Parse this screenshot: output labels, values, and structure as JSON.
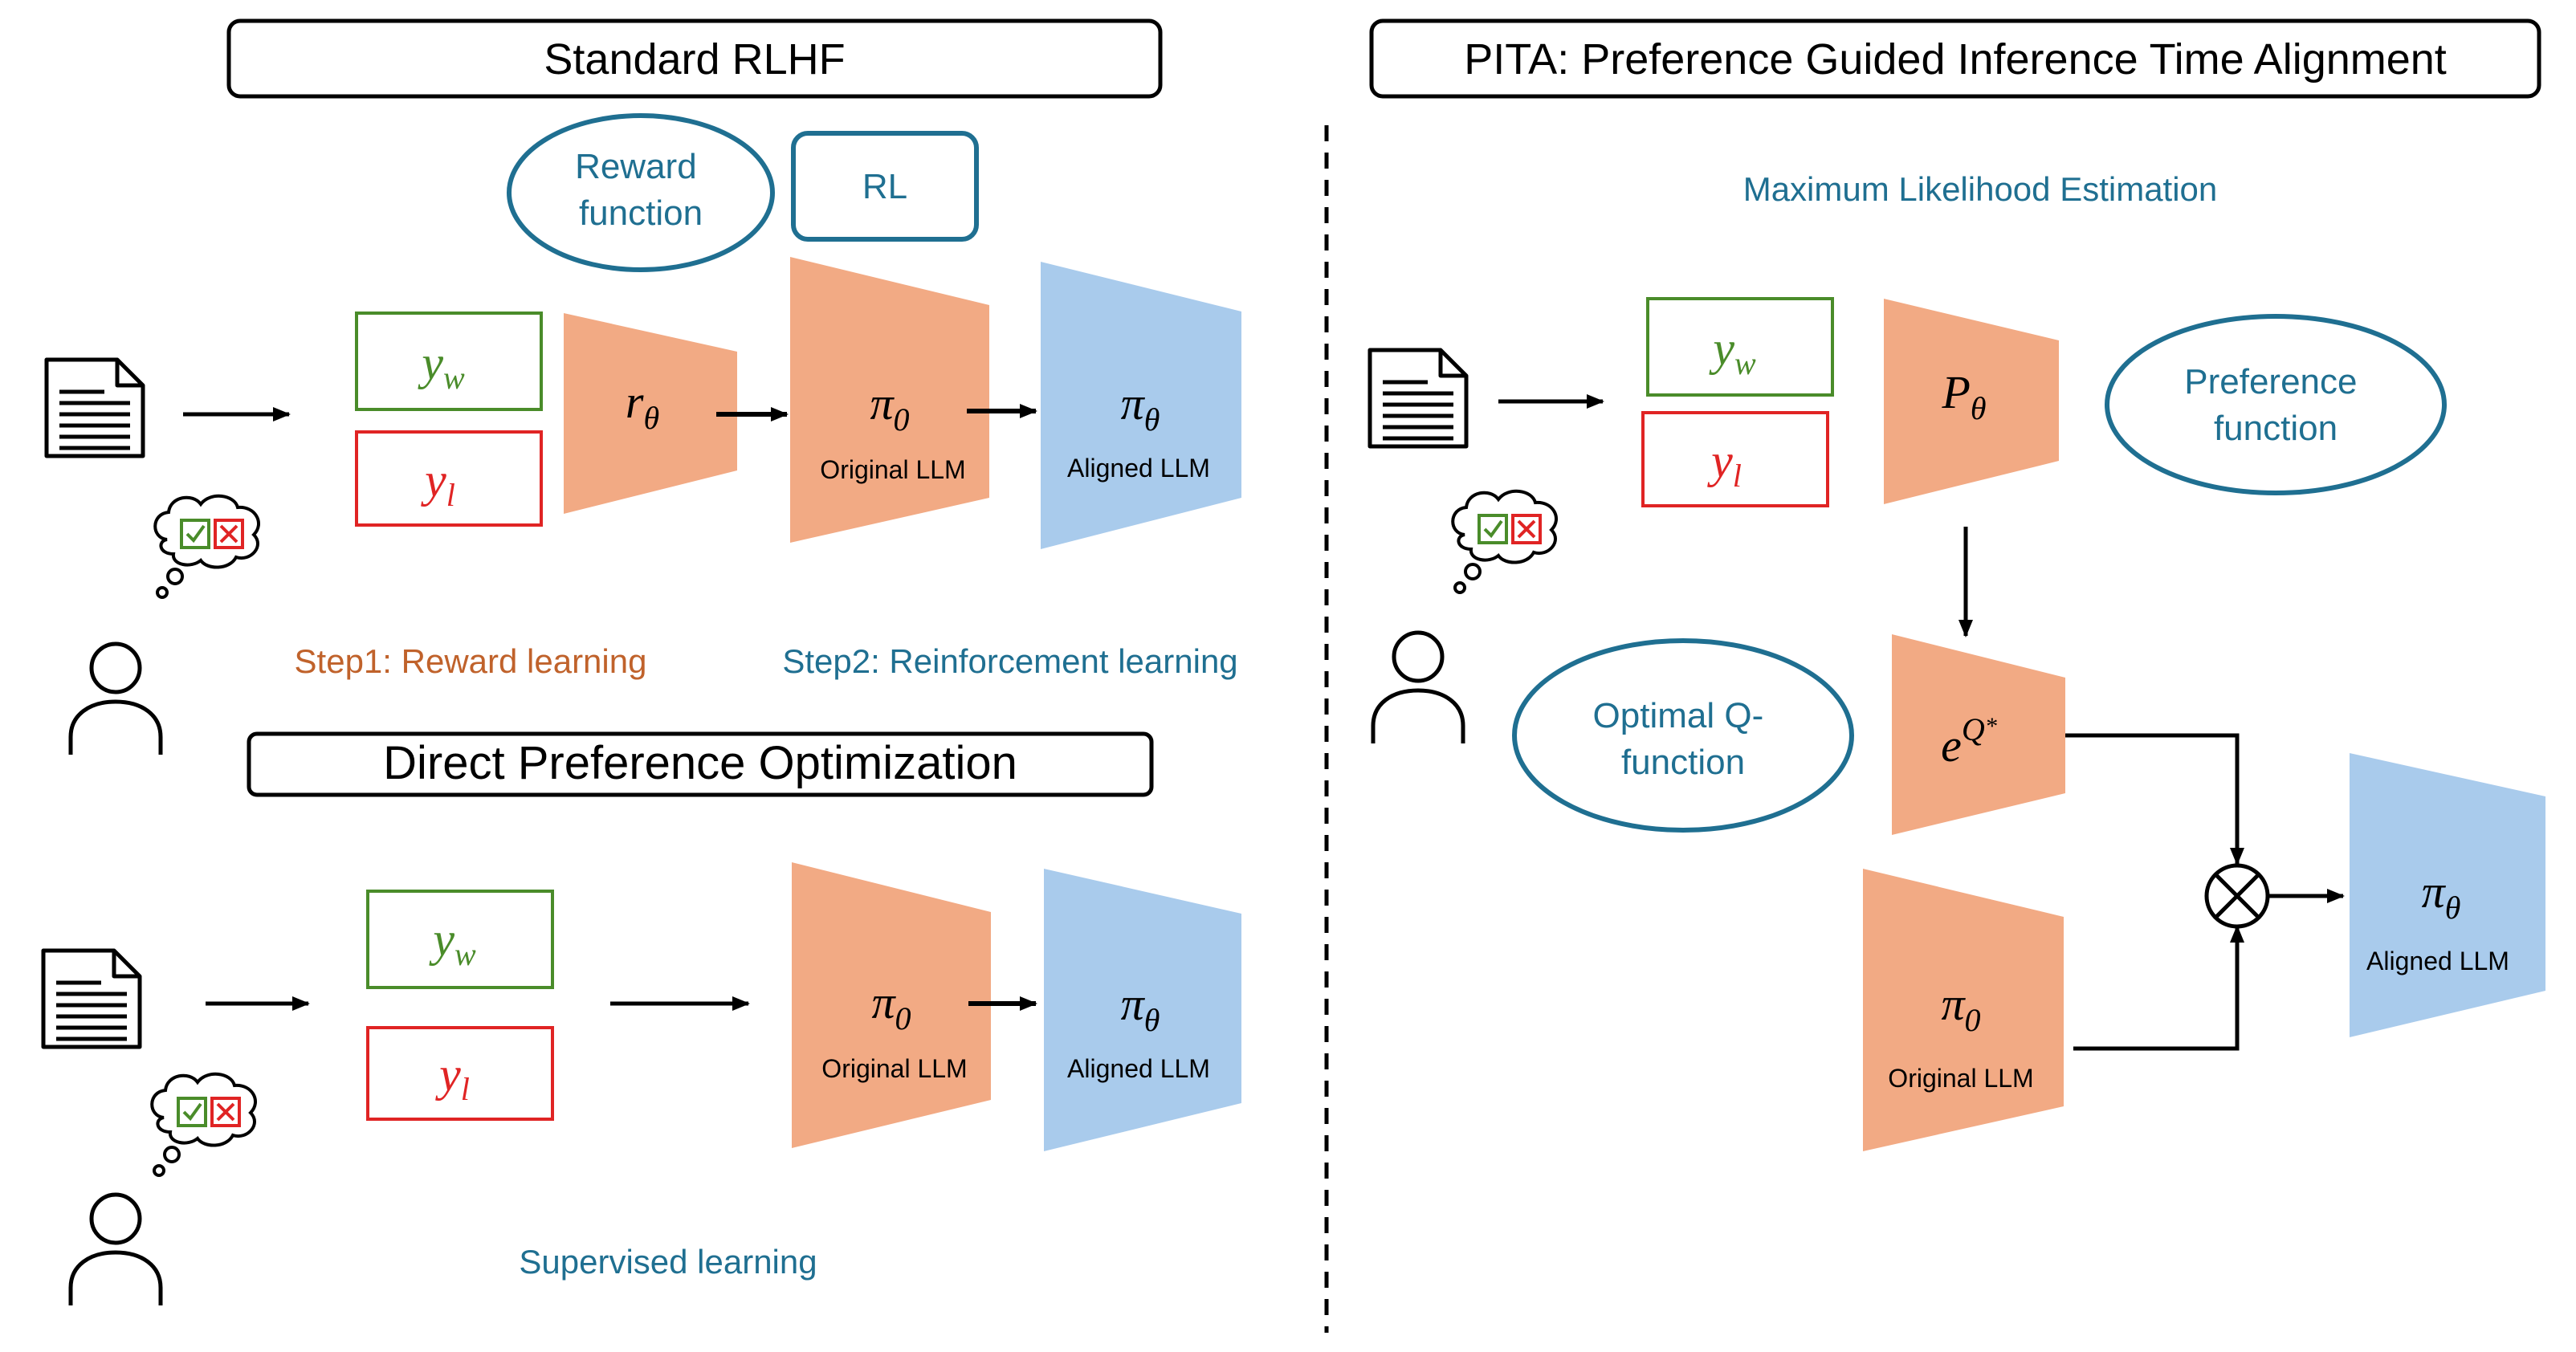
{
  "colors": {
    "teal": "#1f6f91",
    "orange_text": "#c0622b",
    "orange_fill": "#f2aa84",
    "blue_fill": "#a9cbec",
    "green": "#4a8c2a",
    "red": "#e02424",
    "ink": "#000000"
  },
  "standard_rlhf": {
    "title": "Standard RLHF",
    "reward_function": [
      "Reward",
      "function"
    ],
    "rl_box": "RL",
    "y_w": "y",
    "y_w_sub": "w",
    "y_l": "y",
    "y_l_sub": "l",
    "reward_model": "r",
    "reward_model_sub": "θ",
    "original_llm_symbol": "π",
    "original_llm_sub": "0",
    "original_llm_label": "Original LLM",
    "aligned_llm_symbol": "π",
    "aligned_llm_sub": "θ",
    "aligned_llm_label": "Aligned LLM",
    "step1": "Step1: Reward learning",
    "step2": "Step2: Reinforcement learning"
  },
  "dpo": {
    "title": "Direct Preference Optimization",
    "y_w": "y",
    "y_w_sub": "w",
    "y_l": "y",
    "y_l_sub": "l",
    "original_llm_symbol": "π",
    "original_llm_sub": "0",
    "original_llm_label": "Original LLM",
    "aligned_llm_symbol": "π",
    "aligned_llm_sub": "θ",
    "aligned_llm_label": "Aligned LLM",
    "caption": "Supervised learning"
  },
  "pita": {
    "title": "PITA: Preference Guided Inference Time Alignment",
    "mle_label": "Maximum Likelihood Estimation",
    "y_w": "y",
    "y_w_sub": "w",
    "y_l": "y",
    "y_l_sub": "l",
    "preference_model": "P",
    "preference_model_sub": "θ",
    "preference_function": [
      "Preference",
      "function"
    ],
    "q_model": "e",
    "q_model_sup": "Q",
    "q_model_star": "*",
    "optimal_q": [
      "Optimal Q-",
      "function"
    ],
    "original_llm_symbol": "π",
    "original_llm_sub": "0",
    "original_llm_label": "Original LLM",
    "aligned_llm_symbol": "π",
    "aligned_llm_sub": "θ",
    "aligned_llm_label": "Aligned LLM"
  },
  "icons": [
    "document-icon",
    "thought-bubble-icon",
    "checkbox-check-icon",
    "checkbox-cross-icon",
    "user-icon",
    "multiply-operator-icon"
  ]
}
